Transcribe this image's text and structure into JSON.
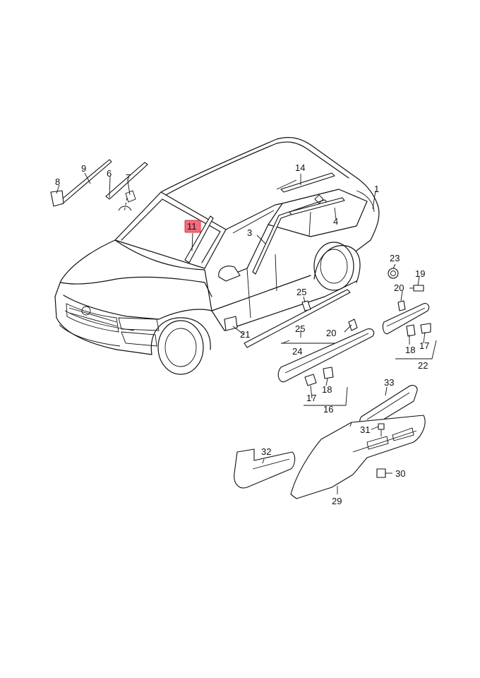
{
  "diagram": {
    "callouts": [
      {
        "id": "1",
        "text": "1"
      },
      {
        "id": "3",
        "text": "3"
      },
      {
        "id": "4",
        "text": "4"
      },
      {
        "id": "6",
        "text": "6"
      },
      {
        "id": "7",
        "text": "7"
      },
      {
        "id": "8",
        "text": "8"
      },
      {
        "id": "9",
        "text": "9"
      },
      {
        "id": "11",
        "text": "11"
      },
      {
        "id": "14",
        "text": "14"
      },
      {
        "id": "16",
        "text": "16"
      },
      {
        "id": "17a",
        "text": "17"
      },
      {
        "id": "17b",
        "text": "17"
      },
      {
        "id": "18a",
        "text": "18"
      },
      {
        "id": "18b",
        "text": "18"
      },
      {
        "id": "19",
        "text": "19"
      },
      {
        "id": "20a",
        "text": "20"
      },
      {
        "id": "20b",
        "text": "20"
      },
      {
        "id": "21",
        "text": "21"
      },
      {
        "id": "22",
        "text": "22"
      },
      {
        "id": "23",
        "text": "23"
      },
      {
        "id": "24",
        "text": "24"
      },
      {
        "id": "25a",
        "text": "25"
      },
      {
        "id": "25b",
        "text": "25"
      },
      {
        "id": "29",
        "text": "29"
      },
      {
        "id": "30",
        "text": "30"
      },
      {
        "id": "31",
        "text": "31"
      },
      {
        "id": "32",
        "text": "32"
      },
      {
        "id": "33",
        "text": "33"
      }
    ],
    "highlighted_callout": "11",
    "highlight_color": "#f46b7a"
  }
}
